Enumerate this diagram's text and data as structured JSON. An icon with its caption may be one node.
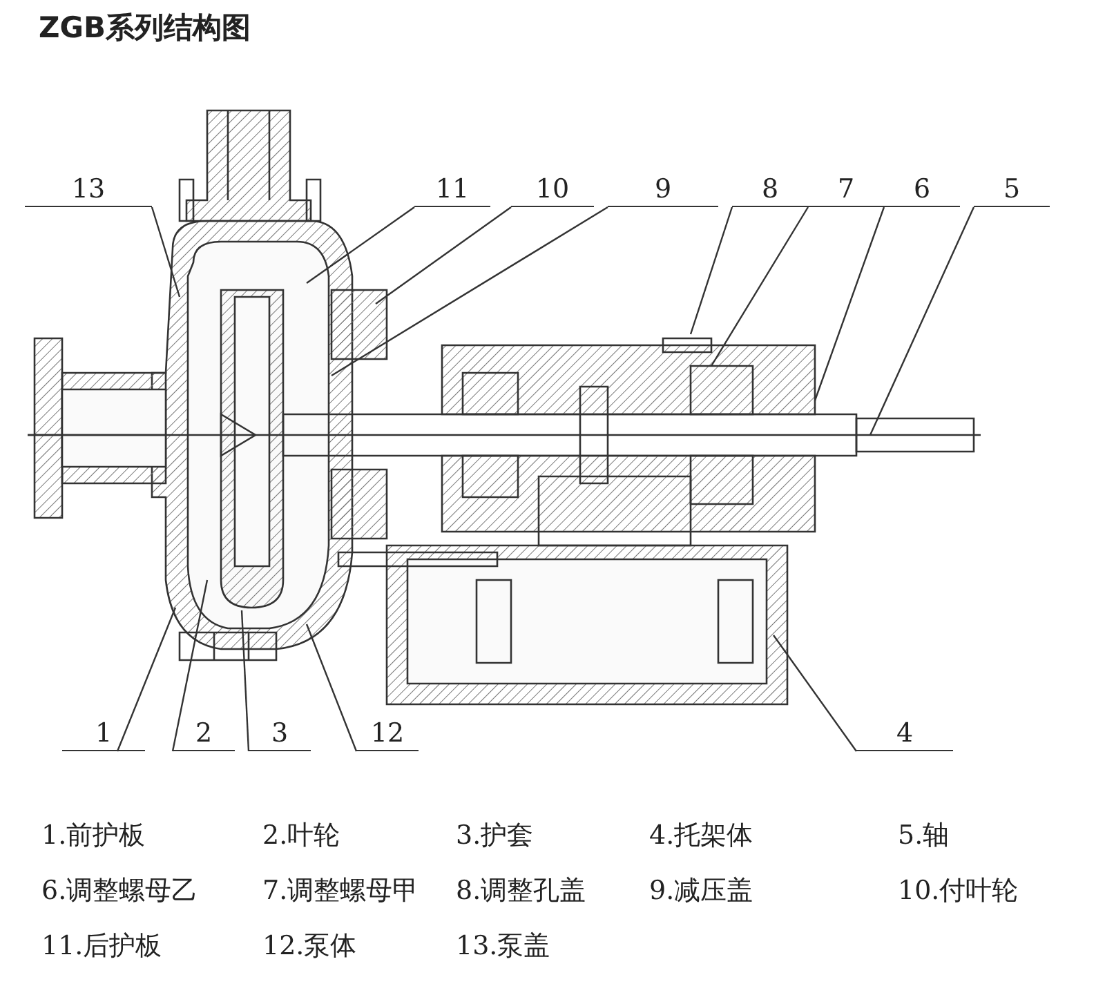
{
  "diagram": {
    "title": "ZGB系列结构图",
    "nodes": [
      {
        "text": [
          "13"
        ]
      },
      {
        "text": [
          "11"
        ]
      },
      {
        "text": [
          "10"
        ]
      },
      {
        "text": [
          "9"
        ]
      },
      {
        "text": [
          "8"
        ]
      },
      {
        "text": [
          "7"
        ]
      },
      {
        "text": [
          "6"
        ]
      },
      {
        "text": [
          "5"
        ]
      },
      {
        "text": [
          "1"
        ]
      },
      {
        "text": [
          "2"
        ]
      },
      {
        "text": [
          "3"
        ]
      },
      {
        "text": [
          "12"
        ]
      },
      {
        "text": [
          "4"
        ]
      }
    ],
    "edges": [
      {
        "from": 0,
        "to": null,
        "arrow": "none"
      },
      {
        "from": 1,
        "to": null,
        "arrow": "none"
      },
      {
        "from": 2,
        "to": null,
        "arrow": "none"
      },
      {
        "from": 3,
        "to": null,
        "arrow": "none"
      },
      {
        "from": 4,
        "to": null,
        "arrow": "none"
      },
      {
        "from": 5,
        "to": null,
        "arrow": "none"
      },
      {
        "from": 6,
        "to": null,
        "arrow": "none"
      },
      {
        "from": 7,
        "to": null,
        "arrow": "none"
      },
      {
        "from": 8,
        "to": null,
        "arrow": "none"
      },
      {
        "from": 9,
        "to": null,
        "arrow": "none"
      },
      {
        "from": 10,
        "to": null,
        "arrow": "none"
      },
      {
        "from": 11,
        "to": null,
        "arrow": "none"
      },
      {
        "from": 12,
        "to": null,
        "arrow": "none"
      }
    ],
    "labels": [
      "1.前护板",
      "2.叶轮",
      "3.护套",
      "4.托架体",
      "5.轴",
      "6.调整螺母乙",
      "7.调整螺母甲",
      "8.调整孔盖",
      "9.减压盖",
      "10.付叶轮",
      "11.后护板",
      "12.泵体",
      "13.泵盖"
    ]
  }
}
